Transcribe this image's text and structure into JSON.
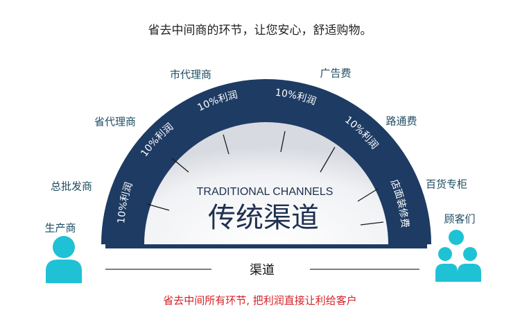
{
  "headline": "省去中间商的环节，让您安心，舒适购物。",
  "center": {
    "subtitle": "TRADITIONAL CHANNELS",
    "title": "传统渠道"
  },
  "base_label": "渠道",
  "footnote": "省去中间所有环节, 把利润直接让利给客户",
  "nodes": {
    "producer": "生产商",
    "wholesaler": "总批发商",
    "provincial_agent": "省代理商",
    "city_agent": "市代理商",
    "advertising": "广告费",
    "channel_fee": "路通费",
    "department_store": "百货专柜",
    "customers": "顾客们"
  },
  "arc_segments": [
    "10%利润",
    "10%利润",
    "10%利润",
    "10%利润",
    "10%利润",
    "店面装修费"
  ],
  "colors": {
    "arch_blue": "#1e3b63",
    "icon_teal": "#1fc2d4",
    "node_text": "#1f4c63",
    "footnote_red": "#d41f26"
  },
  "icons": {
    "left": "person-icon",
    "right": "group-icon"
  }
}
